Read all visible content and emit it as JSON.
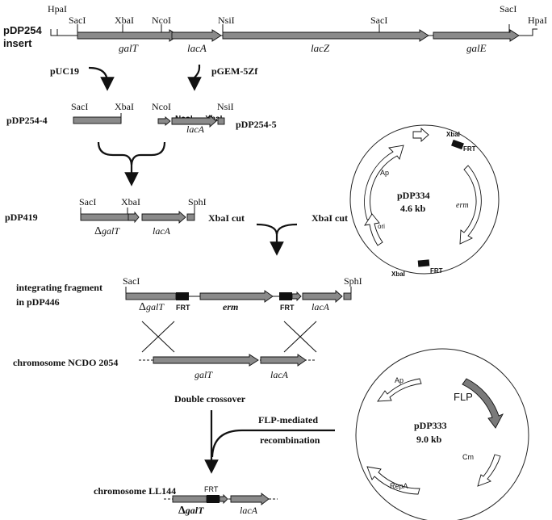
{
  "sites": {
    "hpai": "HpaI",
    "saci": "SacI",
    "xbai": "XbaI",
    "ncoi": "NcoI",
    "nsii": "NsiI",
    "sphi": "SphI",
    "xbai_small": "XbaI",
    "ncoi_arrow": "NcoI → XbaI"
  },
  "genes": {
    "galT": "galT",
    "lacA": "lacA",
    "lacZ": "lacZ",
    "galE": "galE",
    "erm": "erm",
    "frt": "FRT",
    "ap": "Ap",
    "ori": "ori",
    "flp": "FLP",
    "cm": "Cm",
    "repA": "RepA",
    "delta": "Δ"
  },
  "labels": {
    "insert_l1": "pDP254",
    "insert_l2": "insert",
    "puc19": "pUC19",
    "pgem": "pGEM-5Zf",
    "pdp254_4": "pDP254-4",
    "pdp254_5": "pDP254-5",
    "pdp419": "pDP419",
    "xbai_cut": "XbaI cut",
    "integrating_l1": "integrating fragment",
    "integrating_l2": "in pDP446",
    "chromosome_ncdo": "chromosome NCDO 2054",
    "double_crossover": "Double crossover",
    "flp_l1": "FLP-mediated",
    "flp_l2": "recombination",
    "chromosome_ll144": "chromosome LL144"
  },
  "plasmids": {
    "pdp334_name": "pDP334",
    "pdp334_size": "4.6 kb",
    "pdp333_name": "pDP333",
    "pdp333_size": "9.0 kb"
  }
}
